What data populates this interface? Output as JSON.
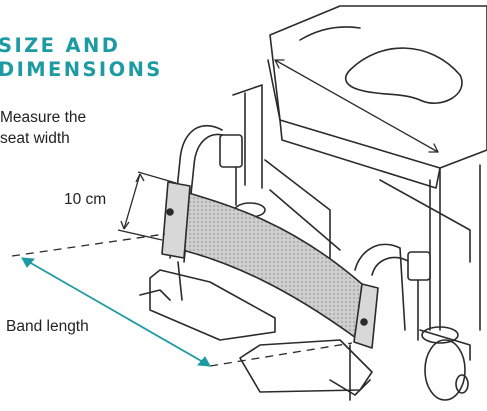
{
  "title": {
    "line1": "SIZE AND",
    "line2": "DIMENSIONS"
  },
  "caption": {
    "line1": "Measure the",
    "line2": "seat width"
  },
  "labels": {
    "band_height": "10 cm",
    "band_length": "Band length"
  },
  "colors": {
    "accent": "#1e9aa3",
    "line": "#2b2b2b",
    "band_fill": "#d8d8d8"
  },
  "icons": {
    "illustration": "wheelchair-leg-band-illustration"
  }
}
